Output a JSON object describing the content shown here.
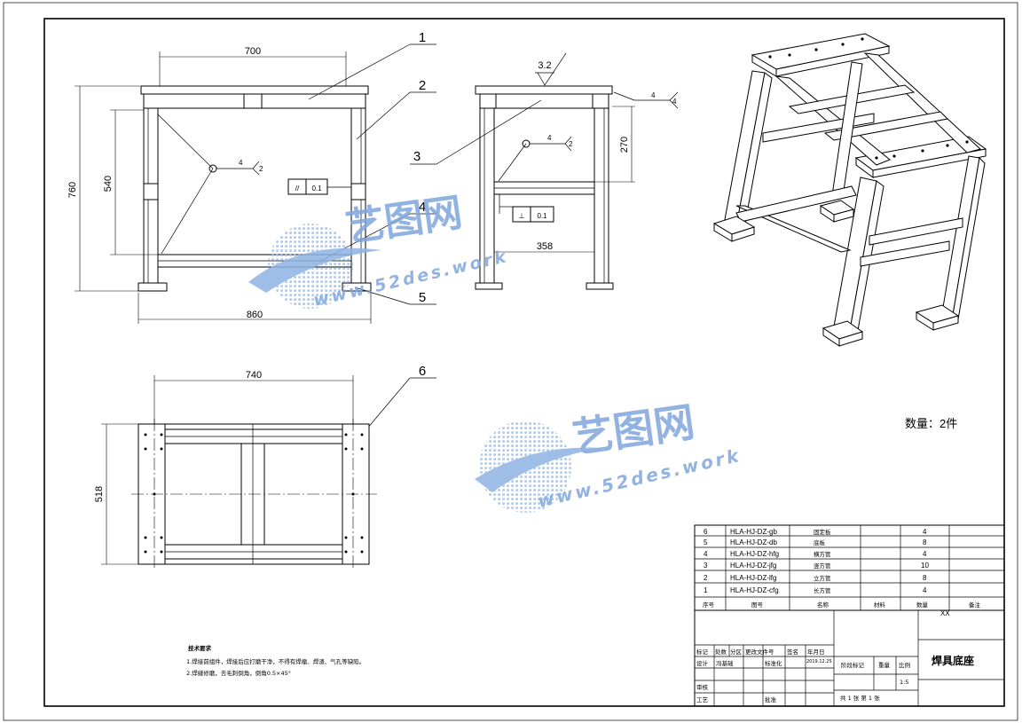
{
  "dimensions": {
    "front_width_top": "700",
    "front_height_total": "760",
    "front_height_inner": "540",
    "front_width_base": "860",
    "side_height_upper": "270",
    "side_width_lower": "358",
    "top_width": "740",
    "top_depth": "518",
    "roughness": "3.2",
    "tolerance_parallel": "0.1",
    "tolerance_perp": "0.1"
  },
  "weld_marks": {
    "front": [
      "4",
      "2"
    ],
    "side_top": [
      "4",
      "4"
    ],
    "side_mid": [
      "4",
      "2"
    ]
  },
  "gdt": {
    "parallel_symbol": "//",
    "perp_symbol": "⊥"
  },
  "balloons": [
    "1",
    "2",
    "3",
    "4",
    "5",
    "6"
  ],
  "quantity_note": "数量：2件",
  "notes": {
    "title": "技术要求",
    "line1": "1.焊接前组件，焊接后应打磨干净，不得有焊瘤、焊渣、气孔等缺陷。",
    "line2": "2.焊缝修磨，去毛刺倒角，倒角0.5×45°"
  },
  "bom": {
    "rows": [
      {
        "seq": "6",
        "code": "HLA-HJ-DZ-gb",
        "name": "固定板",
        "qty": "4"
      },
      {
        "seq": "5",
        "code": "HLA-HJ-DZ-db",
        "name": "底板",
        "qty": "8"
      },
      {
        "seq": "4",
        "code": "HLA-HJ-DZ-hfg",
        "name": "横方管",
        "qty": "4"
      },
      {
        "seq": "3",
        "code": "HLA-HJ-DZ-jfg",
        "name": "竖方管",
        "qty": "10"
      },
      {
        "seq": "2",
        "code": "HLA-HJ-DZ-lfg",
        "name": "立方管",
        "qty": "8"
      },
      {
        "seq": "1",
        "code": "HLA-HJ-DZ-cfg",
        "name": "长方管",
        "qty": "4"
      }
    ],
    "header": {
      "seq": "序号",
      "code": "图号",
      "name": "名称",
      "material": "材料",
      "qty": "数量",
      "remark": "备注"
    }
  },
  "title_block": {
    "company": "XX",
    "drawing_title": "焊具底座",
    "mark": "标记",
    "count": "处数",
    "zone": "分区",
    "change_doc": "更改文件号",
    "sign": "签名",
    "date": "年月日",
    "designer": "设计",
    "designer_name": "冯基础",
    "standardize": "标准化",
    "design_date": "2019.12.25",
    "stage_mark": "阶段标记",
    "weight": "重量",
    "scale": "比例",
    "scale_value": "1:5",
    "review": "审核",
    "process": "工艺",
    "approve": "批准",
    "sheets": "共 1 张  第 1 张"
  },
  "watermark": {
    "brand": "艺图网",
    "url": "www.52des.work"
  }
}
